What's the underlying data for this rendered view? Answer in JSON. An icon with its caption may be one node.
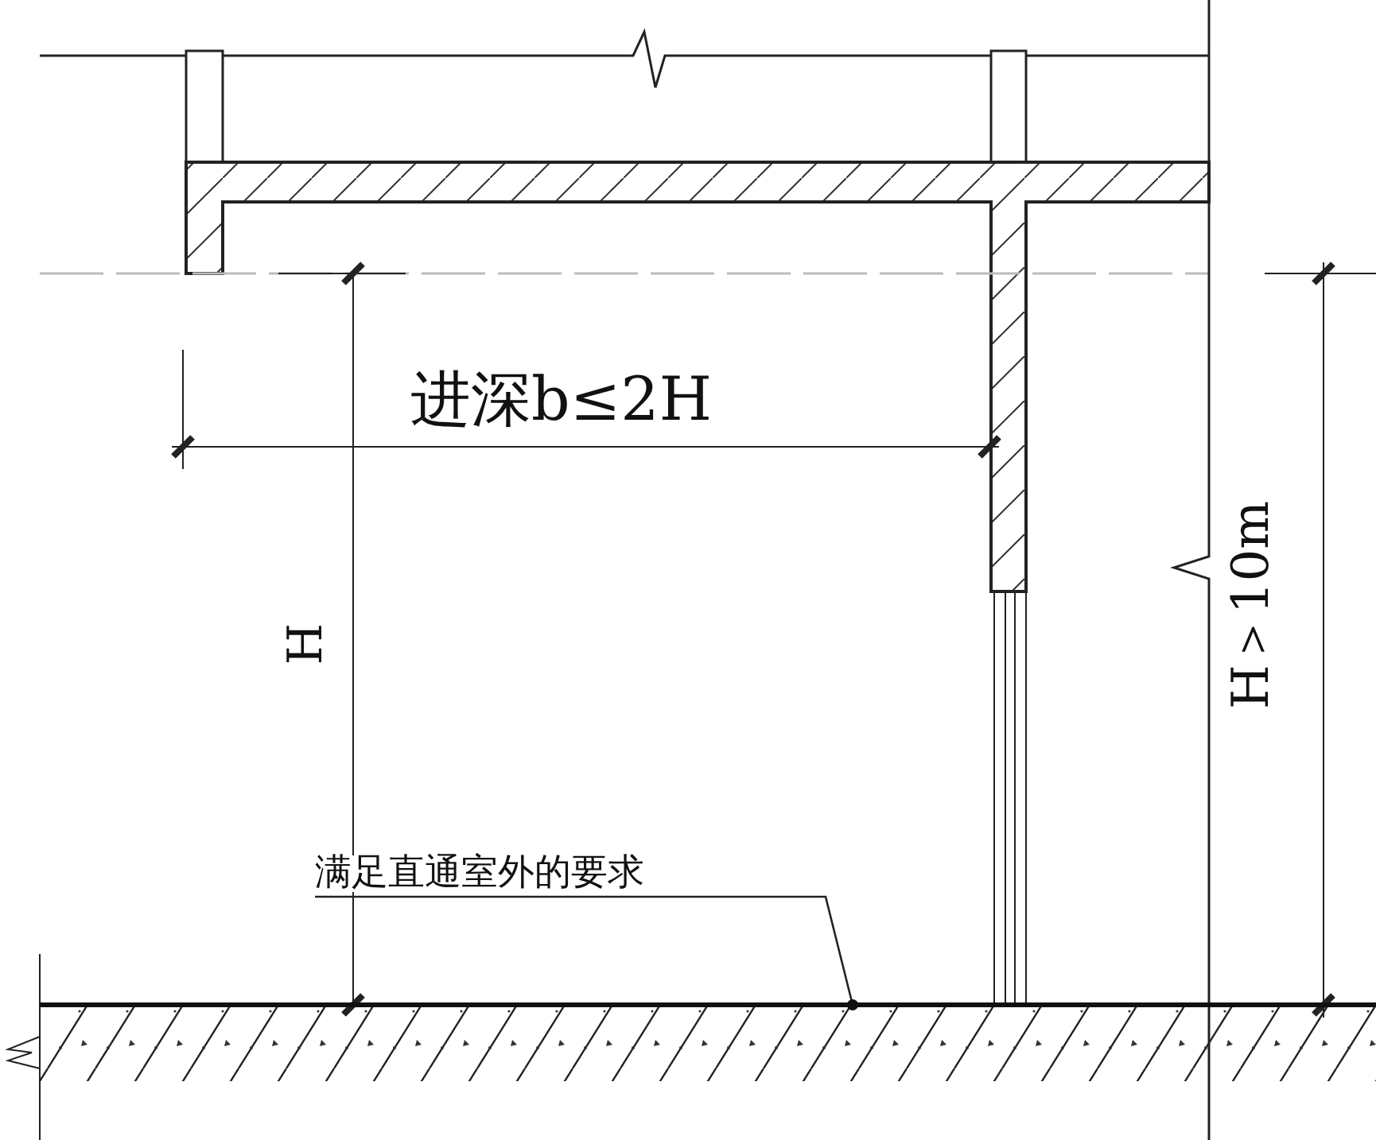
{
  "diagram": {
    "nodes": [
      {
        "text": [
          "满足直通室外的要求"
        ]
      },
      {
        "text": [],
        "shape": "bar"
      }
    ],
    "edges": [
      {
        "from": 0,
        "to": 1,
        "arrow": "other"
      }
    ],
    "labels": [
      "进深b≤2H",
      "H",
      "H＞10m"
    ]
  }
}
